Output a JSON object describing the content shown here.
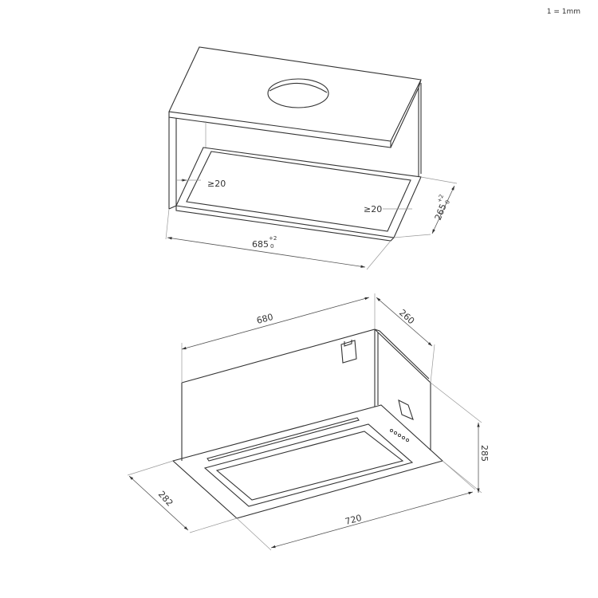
{
  "scale_note": "1 = 1mm",
  "cabinet": {
    "clearance_left": "≥20",
    "clearance_right": "≥20",
    "width": "685",
    "width_tol_upper": "+2",
    "width_tol_lower": "0",
    "depth": "265",
    "depth_tol_upper": "+2",
    "depth_tol_lower": "0"
  },
  "hood": {
    "body_width": "680",
    "body_depth": "260",
    "height": "285",
    "glass_width": "720",
    "glass_depth": "282"
  },
  "colors": {
    "line": "#333333",
    "background": "#ffffff"
  }
}
